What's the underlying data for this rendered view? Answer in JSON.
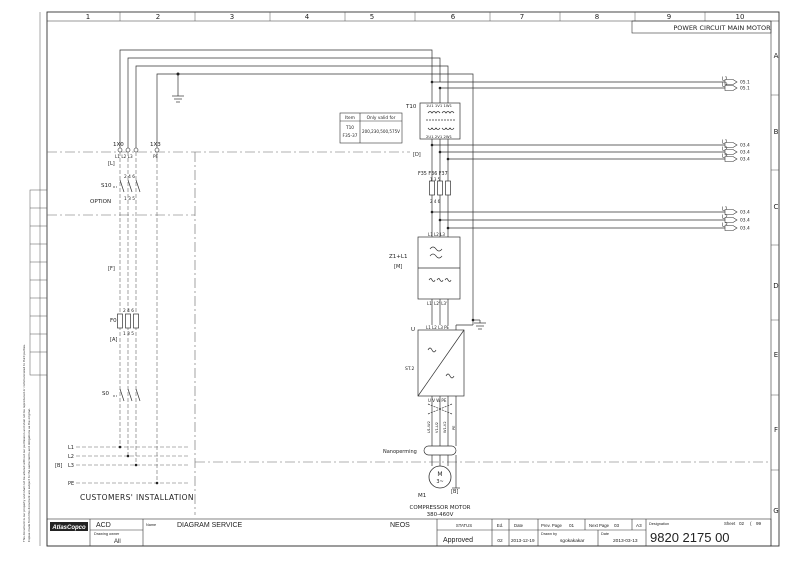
{
  "sheet": {
    "columns": [
      "1",
      "2",
      "3",
      "4",
      "5",
      "6",
      "7",
      "8",
      "9",
      "10"
    ],
    "rows": [
      "A",
      "B",
      "C",
      "D",
      "E",
      "F",
      "G"
    ],
    "title": "POWER CIRCUIT MAIN MOTOR",
    "side_note_1": "This document is our property and shall not be altered without our permission and shall not be reproduced or communicated to third parties.",
    "side_note_2": "Copies made from this document are subject to the same terms and obligations as the original."
  },
  "labels": {
    "x0": "1X0",
    "x3": "1X3",
    "x0_terms": "L1  L2  L3",
    "pe_term": "PE",
    "L_bracket": "[L]",
    "s10": "S10",
    "option": "OPTION",
    "s10_top": "2   4   6",
    "s10_bot": "1   3   5",
    "F_bracket": "[F]",
    "f0": "F0",
    "f0_top": "2   4   6",
    "f0_bot": "1   3   5",
    "A_bracket": "[A]",
    "s0": "S0",
    "cust_L1": "L1",
    "cust_L2": "L2",
    "cust_L3": "L3",
    "cust_B": "[B]",
    "cust_PE": "PE",
    "customers_installation": "CUSTOMERS' INSTALLATION",
    "t10": "T10",
    "t10_top": "1U1 1V1 1W1",
    "t10_bot": "2U1 2V1 2W1",
    "D_bracket": "[D]",
    "f35_37": "F35 F36 F37",
    "f35_top": "1   3   5",
    "f35_bot": "2   4   6",
    "z1": "Z1+L1",
    "M_bracket": "[M]",
    "z1_top": "L1  L2  L3",
    "z1_bot": "L1'  L2'  L3'",
    "u_label": "U",
    "vfd_top": "L1  L2  L3  PE",
    "vfd_name": "ST.2",
    "vfd_bot": "U   V   W   PE",
    "nanoperming": "Nanoperming",
    "motor_m": "M",
    "motor_3": "3~",
    "motor_b": "[B]",
    "m1": "M1",
    "motor_cable_1": "U1-W2",
    "motor_cable_2": "V1-U2",
    "motor_cable_3": "W1-V2",
    "motor_cable_pe": "PE",
    "compressor_motor": "COMPRESSOR MOTOR",
    "voltage": "380-460V"
  },
  "table_item": {
    "head_item": "Item",
    "head_valid": "Only valid for",
    "row_item_1": "T10",
    "row_item_2": "F35-37",
    "row_valid": "200,230,500,575V"
  },
  "outputs": [
    {
      "line": "L1",
      "ref": "05.1"
    },
    {
      "line": "L2",
      "ref": "05.1"
    },
    {
      "line": "L1",
      "ref": "03.4"
    },
    {
      "line": "L2",
      "ref": "03.4"
    },
    {
      "line": "L3",
      "ref": "03.4"
    },
    {
      "line": "L1",
      "ref": "03.4"
    },
    {
      "line": "L2",
      "ref": "03.4"
    },
    {
      "line": "L3",
      "ref": "03.4"
    }
  ],
  "title_block": {
    "logo": "AtlasCopco",
    "dept": "ACD",
    "drawing_owner_label": "Drawing owner",
    "drawing_owner": "All",
    "name_label": "Name",
    "name": "DIAGRAM SERVICE",
    "project": "NEOS",
    "status_label": "STATUS",
    "status": "Approved",
    "ed_label": "Ed.",
    "ed": "02",
    "date_label": "Date",
    "date": "2013-12-19",
    "prev_page_label": "Prev. Page",
    "prev_page": "01",
    "next_page_label": "Next Page",
    "next_page": "03",
    "format": "A3",
    "drawn_by_label": "Drawn by",
    "drawn_by": "sgokakakar",
    "date2_label": "Date",
    "date2": "2013-03-13",
    "designation_label": "Designation",
    "designation": "9820 2175 00",
    "sheet_label": "Sheet",
    "sheet_no": "02",
    "sheet_sep": "(",
    "sheet_total": "99"
  }
}
